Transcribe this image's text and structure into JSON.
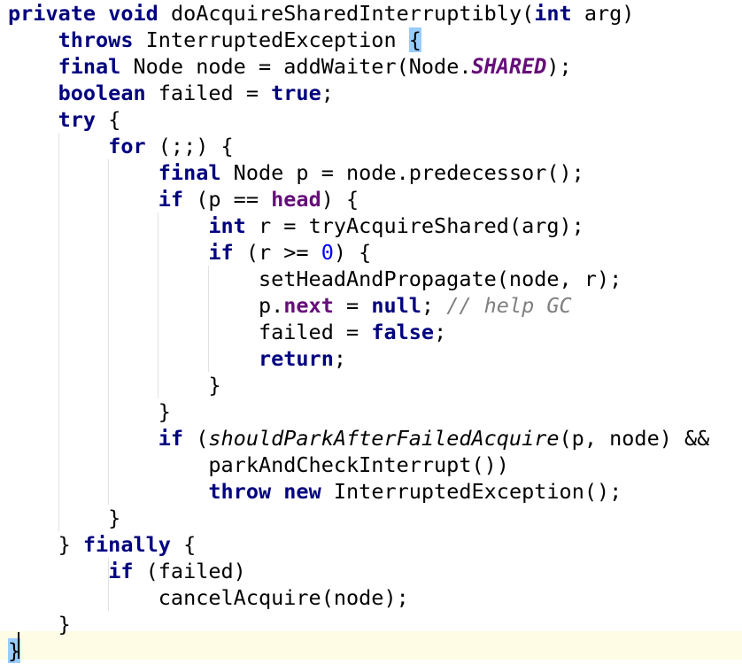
{
  "editor": {
    "language": "java",
    "colors": {
      "keyword": "#000080",
      "field": "#660e7a",
      "number": "#0000ff",
      "comment": "#808080",
      "brace_match": "#99ccff",
      "current_line": "#fefce4",
      "indent_guide": "#e2e2e2"
    },
    "lines": [
      {
        "t": [
          {
            "k": "kw",
            "s": "private"
          },
          {
            "s": " "
          },
          {
            "k": "kw",
            "s": "void"
          },
          {
            "s": " doAcquireSharedInterruptibly("
          },
          {
            "k": "kw",
            "s": "int"
          },
          {
            "s": " arg)"
          }
        ]
      },
      {
        "t": [
          {
            "s": "    "
          },
          {
            "k": "kw",
            "s": "throws"
          },
          {
            "s": " InterruptedException "
          },
          {
            "k": "brace-hl",
            "s": "{"
          }
        ]
      },
      {
        "t": [
          {
            "s": "    "
          },
          {
            "k": "kw",
            "s": "final"
          },
          {
            "s": " Node node = addWaiter(Node."
          },
          {
            "k": "static-field",
            "s": "SHARED"
          },
          {
            "s": ");"
          }
        ]
      },
      {
        "t": [
          {
            "s": "    "
          },
          {
            "k": "kw",
            "s": "boolean"
          },
          {
            "s": " failed = "
          },
          {
            "k": "kw",
            "s": "true"
          },
          {
            "s": ";"
          }
        ]
      },
      {
        "t": [
          {
            "s": "    "
          },
          {
            "k": "kw",
            "s": "try"
          },
          {
            "s": " {"
          }
        ]
      },
      {
        "t": [
          {
            "s": "        "
          },
          {
            "k": "kw",
            "s": "for"
          },
          {
            "s": " (;;) {"
          }
        ]
      },
      {
        "t": [
          {
            "s": "            "
          },
          {
            "k": "kw",
            "s": "final"
          },
          {
            "s": " Node p = node.predecessor();"
          }
        ]
      },
      {
        "t": [
          {
            "s": "            "
          },
          {
            "k": "kw",
            "s": "if"
          },
          {
            "s": " (p == "
          },
          {
            "k": "field",
            "s": "head"
          },
          {
            "s": ") {"
          }
        ]
      },
      {
        "t": [
          {
            "s": "                "
          },
          {
            "k": "kw",
            "s": "int"
          },
          {
            "s": " r = tryAcquireShared(arg);"
          }
        ]
      },
      {
        "t": [
          {
            "s": "                "
          },
          {
            "k": "kw",
            "s": "if"
          },
          {
            "s": " (r >= "
          },
          {
            "k": "num",
            "s": "0"
          },
          {
            "s": ") {"
          }
        ]
      },
      {
        "t": [
          {
            "s": "                    setHeadAndPropagate(node, r);"
          }
        ]
      },
      {
        "t": [
          {
            "s": "                    p."
          },
          {
            "k": "field",
            "s": "next"
          },
          {
            "s": " = "
          },
          {
            "k": "kw",
            "s": "null"
          },
          {
            "s": "; "
          },
          {
            "k": "comment",
            "s": "// help GC"
          }
        ]
      },
      {
        "t": [
          {
            "s": "                    failed = "
          },
          {
            "k": "kw",
            "s": "false"
          },
          {
            "s": ";"
          }
        ]
      },
      {
        "t": [
          {
            "s": "                    "
          },
          {
            "k": "kw",
            "s": "return"
          },
          {
            "s": ";"
          }
        ]
      },
      {
        "t": [
          {
            "s": "                }"
          }
        ]
      },
      {
        "t": [
          {
            "s": "            }"
          }
        ]
      },
      {
        "t": [
          {
            "s": "            "
          },
          {
            "k": "kw",
            "s": "if"
          },
          {
            "s": " ("
          },
          {
            "k": "static-call",
            "s": "shouldParkAfterFailedAcquire"
          },
          {
            "s": "(p, node) &&"
          }
        ]
      },
      {
        "t": [
          {
            "s": "                parkAndCheckInterrupt())"
          }
        ]
      },
      {
        "t": [
          {
            "s": "                "
          },
          {
            "k": "kw",
            "s": "throw"
          },
          {
            "s": " "
          },
          {
            "k": "kw",
            "s": "new"
          },
          {
            "s": " InterruptedException();"
          }
        ]
      },
      {
        "t": [
          {
            "s": "        }"
          }
        ]
      },
      {
        "t": [
          {
            "s": "    } "
          },
          {
            "k": "kw",
            "s": "finally"
          },
          {
            "s": " {"
          }
        ]
      },
      {
        "t": [
          {
            "s": "        "
          },
          {
            "k": "kw",
            "s": "if"
          },
          {
            "s": " (failed)"
          }
        ]
      },
      {
        "t": [
          {
            "s": "            cancelAcquire(node);"
          }
        ]
      },
      {
        "t": [
          {
            "s": "    }"
          }
        ]
      },
      {
        "t": [
          {
            "k": "brace-hl",
            "s": "}"
          }
        ]
      }
    ]
  }
}
